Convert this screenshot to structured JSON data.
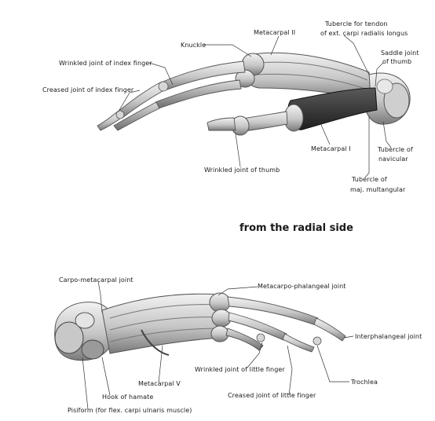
{
  "heading": "from the radial side",
  "top_view": {
    "labels": {
      "tubercle_tendon_1": "Tubercle for tendon",
      "tubercle_tendon_2": "of ext. carpi radialis longus",
      "metacarpal_ii": "Metacarpal II",
      "knuckle": "Knuckle",
      "wrinkled_index": "Wrinkled joint of index finger",
      "creased_index": "Creased joint of index finger",
      "saddle_1": "Saddle joint",
      "saddle_2": "of thumb",
      "metacarpal_i": "Metacarpal I",
      "tubercle_navicular_1": "Tubercle of",
      "tubercle_navicular_2": "navicular",
      "wrinkled_thumb": "Wrinkled joint of thumb",
      "tubercle_multangular_1": "Tubercle of",
      "tubercle_multangular_2": "maj. multangular"
    }
  },
  "bottom_view": {
    "labels": {
      "carpo_metacarpal": "Carpo-metacarpal joint",
      "metacarpo_phalangeal": "Metacarpo-phalangeal joint",
      "interphalangeal": "Interphalangeal joint",
      "wrinkled_little": "Wrinkled joint of little finger",
      "trochlea": "Trochlea",
      "metacarpal_v": "Metacarpal V",
      "hook_hamate": "Hook of hamate",
      "creased_little": "Creased joint of little finger",
      "pisiform": "Pisiform (for flex. carpi ulnaris muscle)"
    }
  },
  "colors": {
    "bone_light": "#e6e6e6",
    "bone_mid": "#b9b9b9",
    "bone_dark": "#555555",
    "metacarpal_i": "#2e2e2e",
    "text": "#1a1a1a",
    "leader": "#333333"
  }
}
